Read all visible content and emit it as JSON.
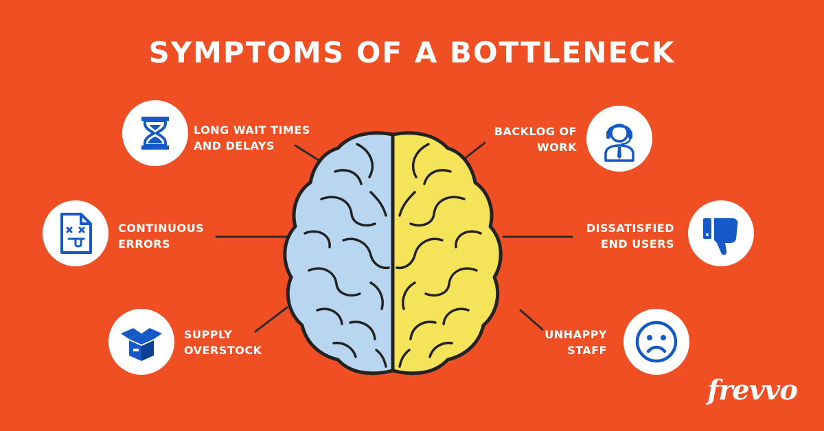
{
  "title": "SYMPTOMS OF A BOTTLENECK",
  "symptoms": [
    {
      "line1": "LONG WAIT TIMES",
      "line2": "AND DELAYS",
      "icon": "hourglass-icon"
    },
    {
      "line1": "CONTINUOUS",
      "line2": "ERRORS",
      "icon": "broken-document-icon"
    },
    {
      "line1": "SUPPLY",
      "line2": "OVERSTOCK",
      "icon": "open-box-icon"
    },
    {
      "line1": "BACKLOG OF",
      "line2": "WORK",
      "icon": "support-agent-icon"
    },
    {
      "line1": "DISSATISFIED",
      "line2": "END USERS",
      "icon": "thumbs-down-icon"
    },
    {
      "line1": "UNHAPPY",
      "line2": "STAFF",
      "icon": "sad-face-icon"
    }
  ],
  "brand": {
    "logo_text": "frevvo"
  },
  "colors": {
    "background": "#f04e23",
    "brain_left": "#b8d6ef",
    "brain_right": "#f5e35a",
    "icon_blue": "#1459c7",
    "outline": "#222222"
  }
}
